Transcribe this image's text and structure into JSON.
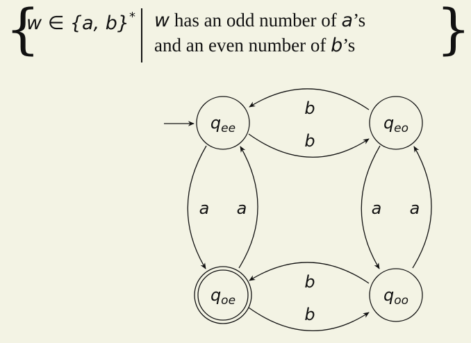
{
  "set_definition": {
    "element": "w",
    "member_of": "∈",
    "alphabet": "{a, b}",
    "kleene_star": "*",
    "condition_line1_var": "w",
    "condition_line1_rest": "has an odd number of",
    "condition_line1_sym": "a",
    "condition_line1_suffix": "’s",
    "condition_line2_rest": "and an even number of",
    "condition_line2_sym": "b",
    "condition_line2_suffix": "’s"
  },
  "automaton": {
    "states": [
      {
        "id": "q_ee",
        "name": "q",
        "sub": "ee",
        "start": true,
        "accepting": false
      },
      {
        "id": "q_eo",
        "name": "q",
        "sub": "eo",
        "start": false,
        "accepting": false
      },
      {
        "id": "q_oe",
        "name": "q",
        "sub": "oe",
        "start": false,
        "accepting": true
      },
      {
        "id": "q_oo",
        "name": "q",
        "sub": "oo",
        "start": false,
        "accepting": false
      }
    ],
    "transitions": [
      {
        "from": "q_eo",
        "to": "q_ee",
        "label": "b"
      },
      {
        "from": "q_ee",
        "to": "q_eo",
        "label": "b"
      },
      {
        "from": "q_ee",
        "to": "q_oe",
        "label": "a"
      },
      {
        "from": "q_oe",
        "to": "q_ee",
        "label": "a"
      },
      {
        "from": "q_eo",
        "to": "q_oo",
        "label": "a"
      },
      {
        "from": "q_oo",
        "to": "q_eo",
        "label": "a"
      },
      {
        "from": "q_oo",
        "to": "q_oe",
        "label": "b"
      },
      {
        "from": "q_oe",
        "to": "q_oo",
        "label": "b"
      }
    ]
  }
}
